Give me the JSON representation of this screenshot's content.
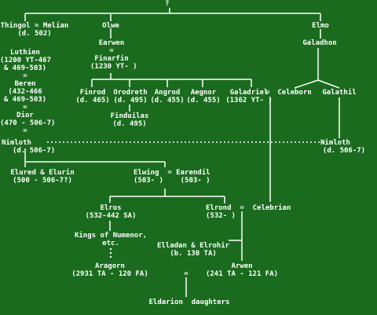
{
  "nodes": {
    "root": "?",
    "thingol_melian": "Thingol = Melian",
    "thingol_death": "(d. 502)",
    "olwe": "Olwe",
    "elmo": "Elmo",
    "earwen": "Earwen",
    "eq_earwen": "=",
    "finarfin": "Finarfin",
    "finarfin_dates": "(1230 YT- )",
    "galadhon": "Galadhon",
    "luthien": "Luthien",
    "luthien_d1": "(1200 YT-467",
    "luthien_d2": "& 469-503)",
    "eq_luthien": "=",
    "beren": "Beren",
    "beren_d1": "(432-466",
    "beren_d2": "& 469-503)",
    "eq_beren": "=",
    "dior": "Dior",
    "dior_dates": "(470 - 506-7)",
    "eq_dior": "=",
    "nimloth_left": "Nimloth",
    "nimloth_left_death": "(d. 506-7)",
    "finrod": "Finrod",
    "finrod_death": "(d. 465)",
    "orodreth": "Orodreth",
    "orodreth_death": "(d. 495)",
    "angrod": "Angrod",
    "angrod_death": "(d. 455)",
    "aegnor": "Aegnor",
    "aegnor_death": "(d. 455)",
    "galadriel": "Galadriel",
    "galadriel_dates": "(1362 YT- )",
    "eq_galadriel": "=",
    "celeborn": "Celeborn",
    "galathil": "Galathil",
    "finduilas": "Finduilas",
    "finduilas_death": "(d. 495)",
    "nimloth_right": "Nimloth",
    "nimloth_right_death": "(d. 506-7)",
    "elured_elurin": "Elured & Elurin",
    "elured_dates": "(500 - 506-7?)",
    "elwing_earendil": "Elwing  = Earendil",
    "elwing_dates": "(503- )    (503- )",
    "elros": "Elros",
    "elros_dates": "(532-442 SA)",
    "kings1": "Kings of Numenor,",
    "kings2": "etc.",
    "elrond_celebrian": "Elrond  =  Celebrian",
    "elrond_dates": "(532- )",
    "elladan_elrohir": "Elladan & Elrohir",
    "elladan_dates": "(b. 130 TA)",
    "aragorn": "Aragorn",
    "aragorn_dates": "(2931 TA - 120 FA)",
    "eq_aragorn": "=",
    "arwen": "Arwen",
    "arwen_dates": "(241 TA - 121 FA)",
    "eldarion": "Eldarion  daughters"
  },
  "colors": {
    "background": "#1a6b1e",
    "text": "#ffffff",
    "lines": "#ffffff"
  }
}
